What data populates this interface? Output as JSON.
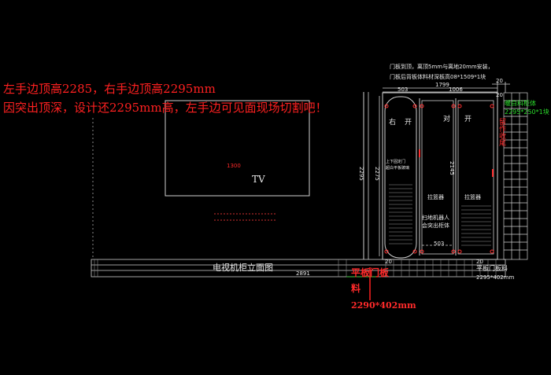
{
  "notes": {
    "line1": "左手边顶高2285，右手边顶高2295mm",
    "line2": "因突出顶深，设计还2295mm高，左手边可见面现场切割吧！"
  },
  "drawing": {
    "tv_label": "TV",
    "tv_dim": "1300",
    "cabinet_title": "电视机柜立面图",
    "base_dim": "2891",
    "height_dim_left": "2295",
    "height_dim_right": "2275",
    "height_dim_inner": "2145",
    "top_note_1": "门板到顶，离顶5mm与离地20mm安装，",
    "top_note_2": "门板后背板体料材深板高08*1509*1块",
    "top_dims": {
      "left": "503",
      "middle": "1006",
      "overall": "1799",
      "right_gap": "20"
    },
    "door_labels": {
      "left": "右",
      "open_left": "开",
      "right": "对",
      "open_right": "开"
    },
    "inner_text_1": "上下固定门",
    "inner_text_2": "超白平板玻璃",
    "pull_basket_1": "拉篮器",
    "pull_basket_2": "拉篮器",
    "robot_note_1": "扫地机器人",
    "robot_note_2": "会突出柜体",
    "bottom_dim": "503",
    "gap_20_a": "20",
    "gap_20_b": "20",
    "gap_20_c": "20",
    "right_green_1": "暖白料柜体",
    "right_green_2": "2295*250*1块",
    "right_red_vertical": "留作收尾",
    "flat_door_label_1": "平板门板",
    "flat_door_label_2": "料",
    "flat_door_dim": "2290*402mm",
    "right_bottom_label": "平板门板料",
    "right_bottom_dim": "2295*402mm"
  }
}
